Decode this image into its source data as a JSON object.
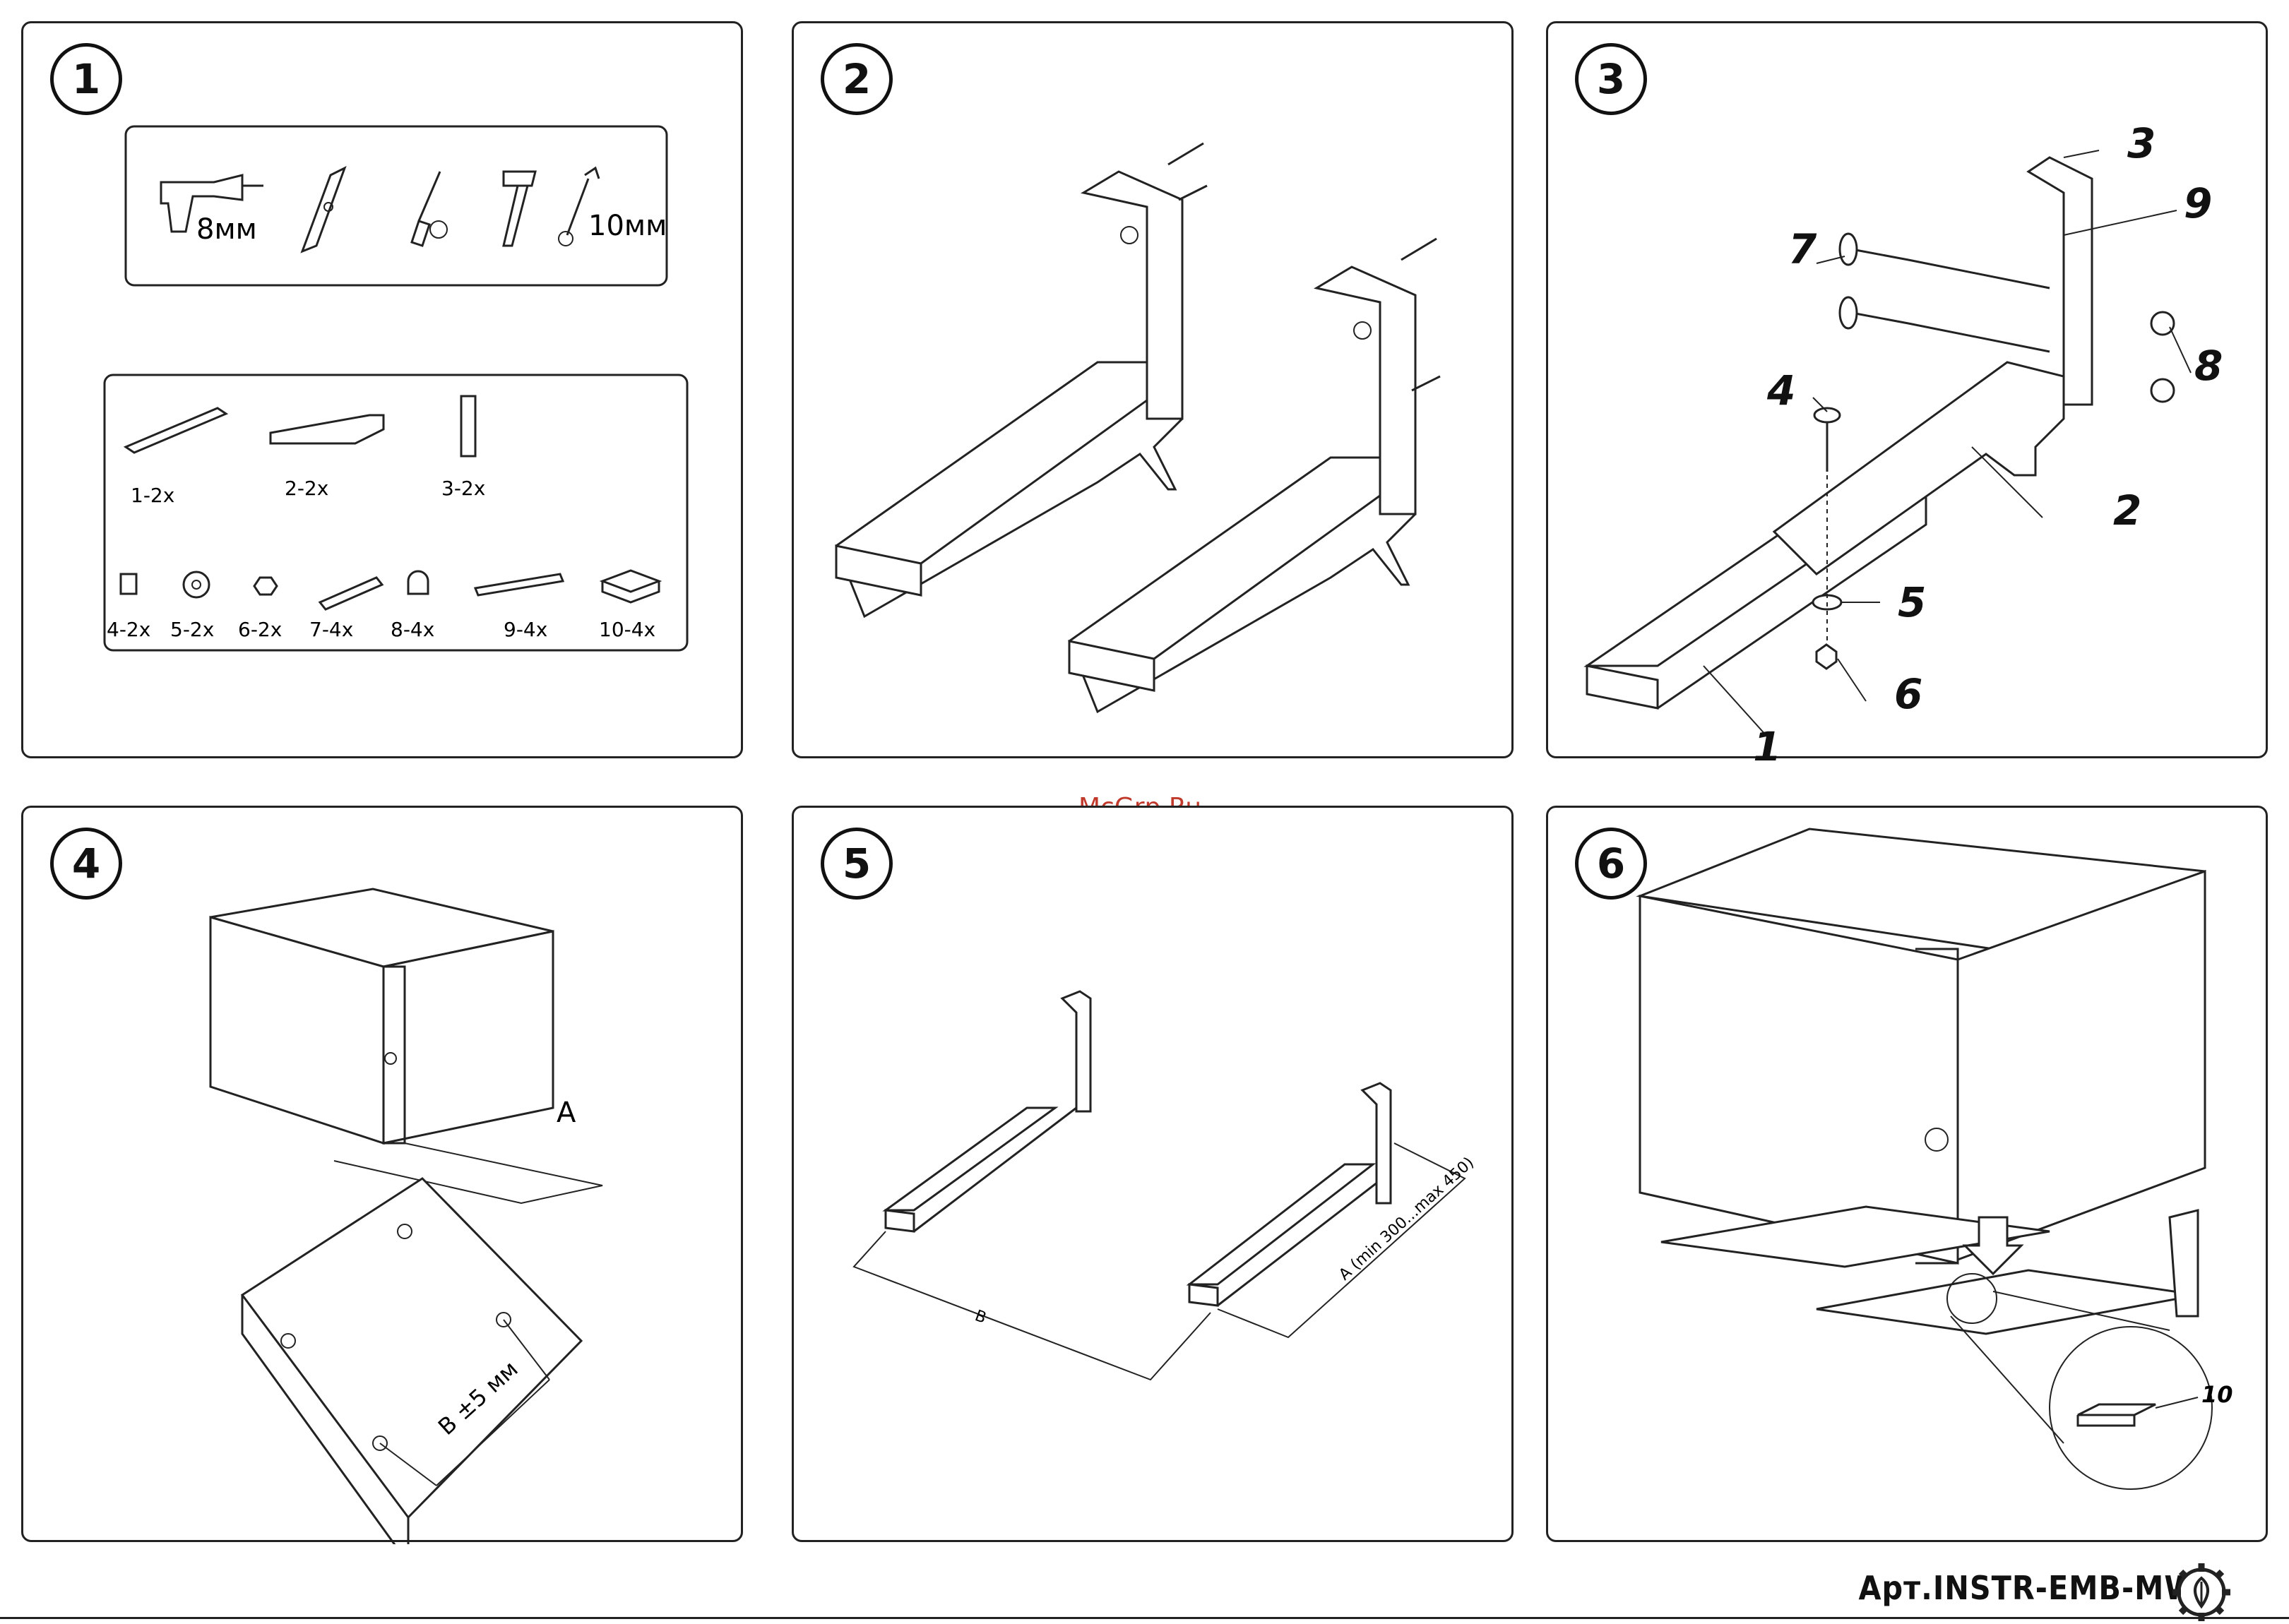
{
  "watermark": "McGrp.Ru",
  "article": "Арт.INSTR-EMB-MW",
  "steps": [
    {
      "number": "1"
    },
    {
      "number": "2"
    },
    {
      "number": "3"
    },
    {
      "number": "4"
    },
    {
      "number": "5"
    },
    {
      "number": "6"
    }
  ],
  "tools": {
    "drill": "8мм",
    "wrench": "10мм"
  },
  "parts": {
    "p1": "1-2x",
    "p2": "2-2x",
    "p3": "3-2x",
    "p4": "4-2x",
    "p5": "5-2x",
    "p6": "6-2x",
    "p7": "7-4x",
    "p8": "8-4x",
    "p9": "9-4x",
    "p10": "10-4x"
  },
  "step3_labels": {
    "l1": "1",
    "l2": "2",
    "l3": "3",
    "l4": "4",
    "l5": "5",
    "l6": "6",
    "l7": "7",
    "l8": "8",
    "l9": "9"
  },
  "step4_labels": {
    "a": "A",
    "b": "B ±5 мм"
  },
  "step5_labels": {
    "b": "B",
    "a": "A (min 300...max 450)"
  },
  "step6_labels": {
    "l10": "10"
  }
}
